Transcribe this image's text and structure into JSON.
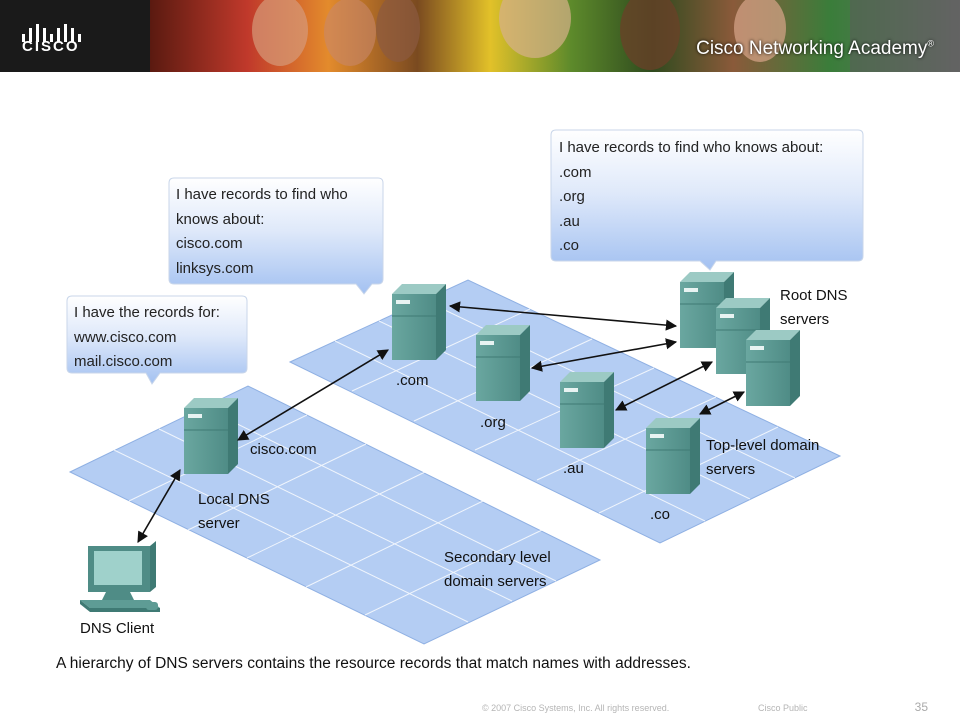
{
  "header": {
    "logo_text": "CISCO",
    "academy_title": "Cisco Networking Academy",
    "trademark": "®"
  },
  "bubbles": {
    "root": {
      "title": "I have records to find who knows about:",
      "lines": [
        ".com",
        ".org",
        ".au",
        ".co"
      ]
    },
    "tld": {
      "title_line1": "I have records to find who",
      "title_line2": "knows about:",
      "lines": [
        "cisco.com",
        "linksys.com"
      ]
    },
    "local": {
      "title": "I have the records for:",
      "lines": [
        "www.cisco.com",
        "mail.cisco.com"
      ]
    }
  },
  "labels": {
    "root_servers_line1": "Root DNS",
    "root_servers_line2": "servers",
    "tld_servers_line1": "Top-level domain",
    "tld_servers_line2": "servers",
    "com": ".com",
    "org": ".org",
    "au": ".au",
    "co": ".co",
    "cisco_com": "cisco.com",
    "local_dns_line1": "Local DNS",
    "local_dns_line2": "server",
    "secondary_line1": "Secondary level",
    "secondary_line2": "domain  servers",
    "dns_client": "DNS Client"
  },
  "caption": "A hierarchy of DNS servers contains the resource records that match names with addresses.",
  "footer": {
    "copyright": "© 2007 Cisco Systems, Inc. All rights reserved.",
    "classification": "Cisco Public",
    "page_number": "35"
  },
  "colors": {
    "platform": "#b4cdf3",
    "platform_edge": "#8fb0e3",
    "server": "#5e9c95",
    "bubble_top": "#ffffff",
    "bubble_bottom": "#a9c6f3"
  }
}
